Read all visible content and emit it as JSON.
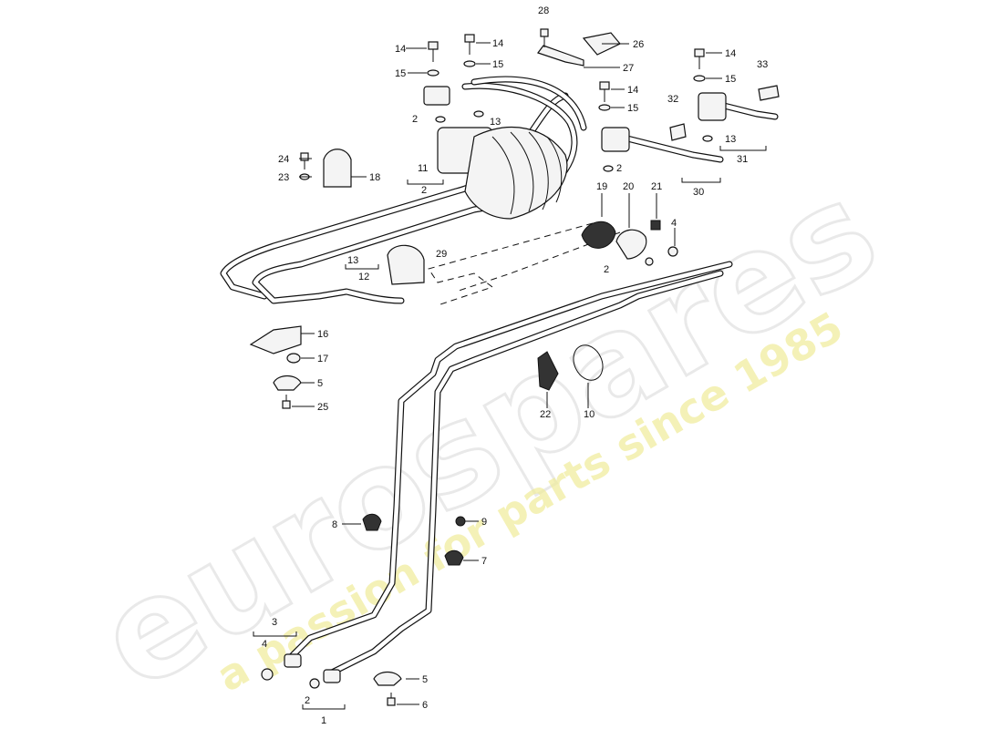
{
  "watermark": {
    "brand": "eurospares",
    "tagline": "a passion for parts since 1985"
  },
  "callouts": [
    "28",
    "14",
    "26",
    "27",
    "15",
    "14",
    "15",
    "2",
    "13",
    "14",
    "15",
    "32",
    "33",
    "14",
    "15",
    "13",
    "31",
    "24",
    "23",
    "18",
    "11",
    "2",
    "2",
    "30",
    "19",
    "20",
    "21",
    "4",
    "29",
    "13",
    "12",
    "2",
    "16",
    "17",
    "5",
    "25",
    "22",
    "10",
    "8",
    "9",
    "7",
    "3",
    "4",
    "2",
    "1",
    "5",
    "6"
  ]
}
